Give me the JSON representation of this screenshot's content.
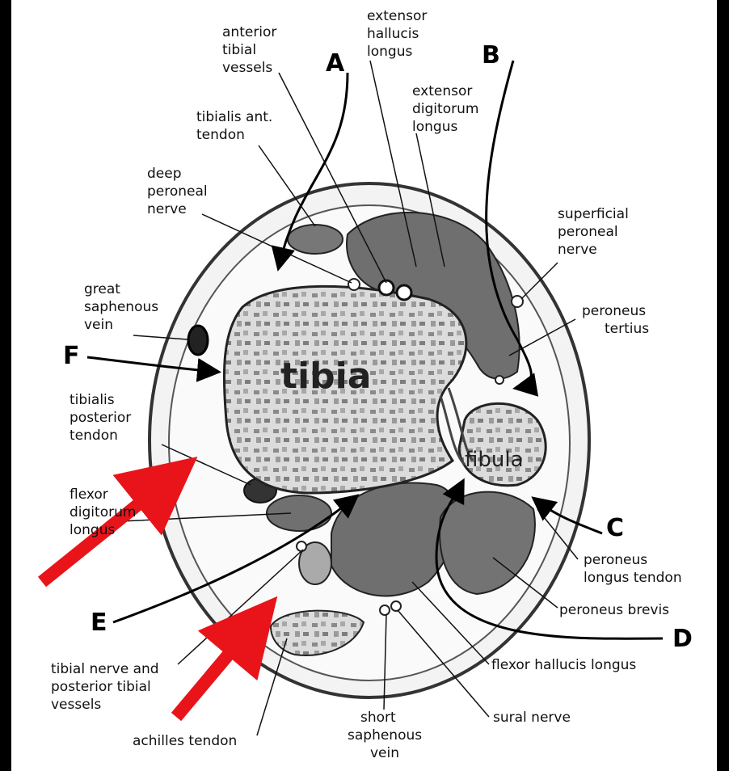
{
  "labels": {
    "anterior_tibial_vessels": [
      "anterior",
      "tibial",
      "vessels"
    ],
    "extensor_hallucis_longus": [
      "extensor",
      "hallucis",
      "longus"
    ],
    "extensor_digitorum_longus": [
      "extensor",
      "digitorum",
      "longus"
    ],
    "tibialis_ant_tendon": [
      "tibialis ant.",
      "tendon"
    ],
    "deep_peroneal_nerve": [
      "deep",
      "peroneal",
      "nerve"
    ],
    "superficial_peroneal_nerve": [
      "superficial",
      "peroneal",
      "nerve"
    ],
    "great_saphenous_vein": [
      "great",
      "saphenous",
      "vein"
    ],
    "peroneus_tertius": [
      "peroneus",
      "tertius"
    ],
    "tibialis_posterior_tendon": [
      "tibialis",
      "posterior",
      "tendon"
    ],
    "flexor_digitorum_longus": [
      "flexor",
      "digitorum",
      "longus"
    ],
    "peroneus_longus_tendon": [
      "peroneus",
      "longus tendon"
    ],
    "peroneus_brevis": [
      "peroneus brevis"
    ],
    "flexor_hallucis_longus": [
      "flexor hallucis longus"
    ],
    "tibial_nerve_vessels": [
      "tibial nerve and",
      "posterior tibial",
      "vessels"
    ],
    "achilles_tendon": [
      "achilles tendon"
    ],
    "short_saphenous_vein": [
      "short",
      "saphenous",
      "vein"
    ],
    "sural_nerve": [
      "sural nerve"
    ]
  },
  "bones": {
    "tibia": "tibia",
    "fibula": "fibula"
  },
  "letters": {
    "A": "A",
    "B": "B",
    "C": "C",
    "D": "D",
    "E": "E",
    "F": "F"
  },
  "colors": {
    "muscle": "#6f6f6f",
    "red_arrow": "#e8141a",
    "background": "#000000"
  }
}
